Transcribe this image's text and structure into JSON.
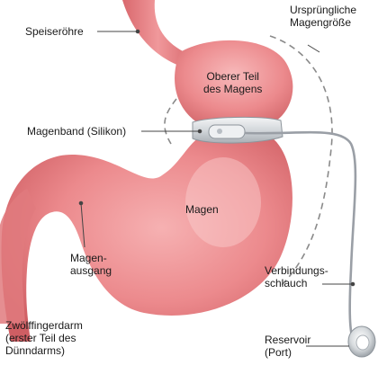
{
  "labels": {
    "esophagus": "Speiseröhre",
    "original_size": "Ursprüngliche\nMagengröße",
    "upper_stomach": "Oberer Teil\ndes Magens",
    "gastric_band": "Magenband (Silikon)",
    "stomach": "Magen",
    "pylorus": "Magen-\nausgang",
    "duodenum": "Zwölffingerdarm\n(erster Teil des\nDünndarms)",
    "tube": "Verbindungs-\nschlauch",
    "reservoir": "Reservoir\n(Port)"
  },
  "colors": {
    "tissue": "#e8787c",
    "tissue_light": "#f3a6a8",
    "tissue_dark": "#c9565c",
    "band": "#d9dcdf",
    "tube": "#9a9fa6",
    "dashed": "#8a8a8a",
    "leader": "#444444"
  }
}
